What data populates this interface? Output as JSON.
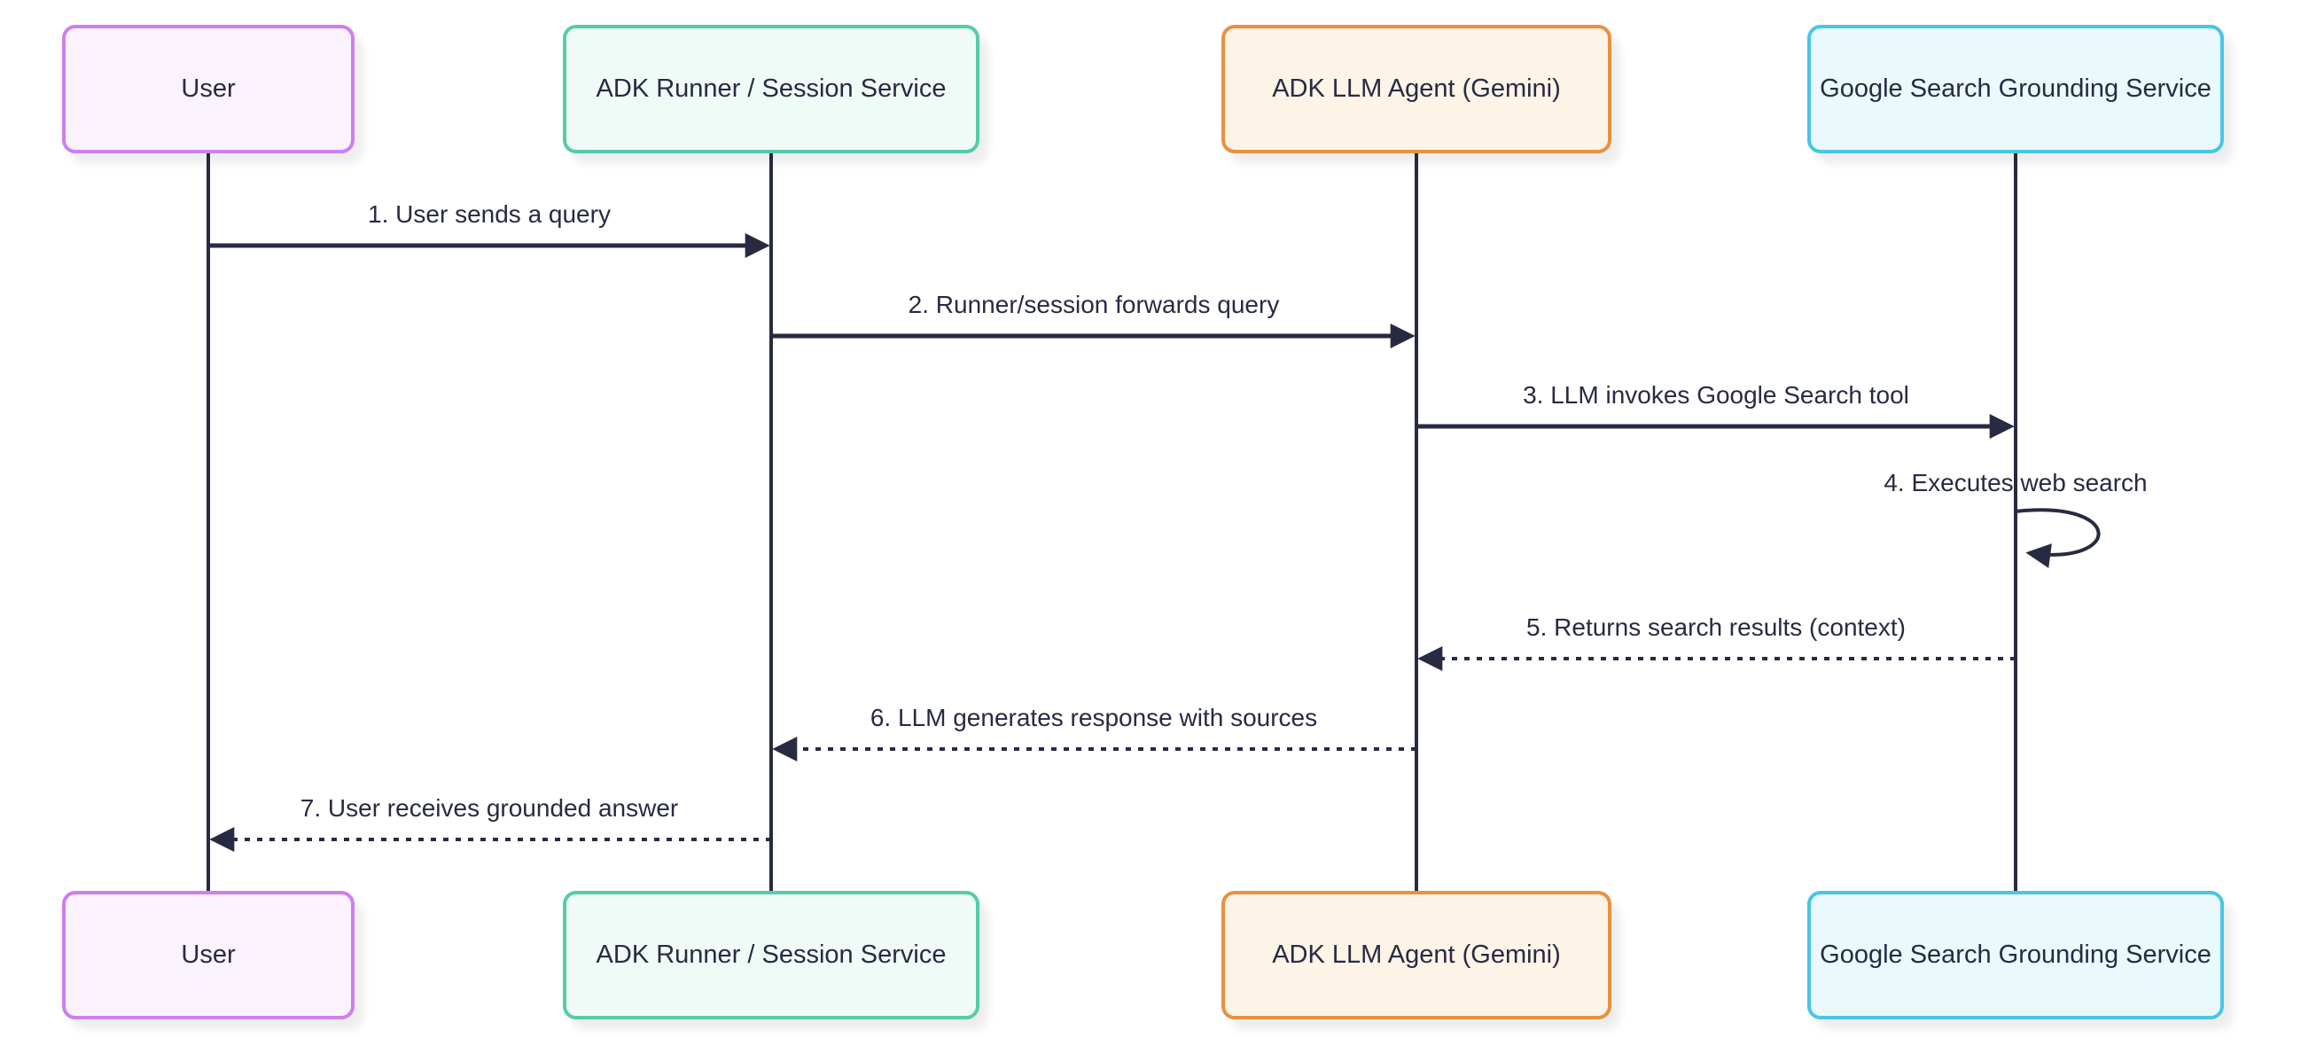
{
  "diagram": {
    "type": "sequence-diagram",
    "background_color": "#ffffff",
    "line_color": "#272b42",
    "text_color": "#272b42"
  },
  "actors": [
    {
      "name": "User",
      "fill": "#faf2fd",
      "border": "#cc80f0"
    },
    {
      "name": "ADK Runner / Session Service",
      "fill": "#f0fbf7",
      "border": "#55cbaa"
    },
    {
      "name": "ADK LLM Agent (Gemini)",
      "fill": "#fdf3e7",
      "border": "#e8913f"
    },
    {
      "name": "Google Search Grounding Service",
      "fill": "#e9f9fc",
      "border": "#49c5e5"
    }
  ],
  "messages": [
    {
      "label": "1. User sends a query",
      "from": "User",
      "to": "ADK Runner / Session Service",
      "line": "solid",
      "direction": "right"
    },
    {
      "label": "2. Runner/session forwards query",
      "from": "ADK Runner / Session Service",
      "to": "ADK LLM Agent (Gemini)",
      "line": "solid",
      "direction": "right"
    },
    {
      "label": "3. LLM invokes Google Search tool",
      "from": "ADK LLM Agent (Gemini)",
      "to": "Google Search Grounding Service",
      "line": "solid",
      "direction": "right"
    },
    {
      "label": "4. Executes web search",
      "from": "Google Search Grounding Service",
      "to": "Google Search Grounding Service",
      "line": "solid",
      "direction": "self-loop"
    },
    {
      "label": "5. Returns search results (context)",
      "from": "Google Search Grounding Service",
      "to": "ADK LLM Agent (Gemini)",
      "line": "dotted",
      "direction": "left"
    },
    {
      "label": "6. LLM generates response with sources",
      "from": "ADK LLM Agent (Gemini)",
      "to": "ADK Runner / Session Service",
      "line": "dotted",
      "direction": "left"
    },
    {
      "label": "7. User receives grounded answer",
      "from": "ADK Runner / Session Service",
      "to": "User",
      "line": "dotted",
      "direction": "left"
    }
  ]
}
